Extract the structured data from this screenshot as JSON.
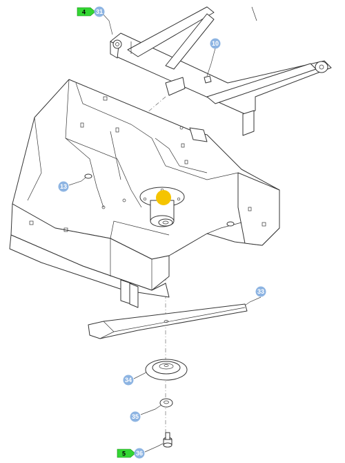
{
  "callouts": [
    {
      "id": "c31",
      "label": "31",
      "qty": "4"
    },
    {
      "id": "c10",
      "label": "10"
    },
    {
      "id": "c13",
      "label": "13"
    },
    {
      "id": "c33",
      "label": "33"
    },
    {
      "id": "c34",
      "label": "34"
    },
    {
      "id": "c35",
      "label": "35"
    },
    {
      "id": "c36",
      "label": "36",
      "qty": "5"
    }
  ],
  "colors": {
    "callout_fill": "#8db4e2",
    "qty_tag_fill": "#33d633",
    "highlight_marker": "#f5c400",
    "line": "#333333"
  }
}
